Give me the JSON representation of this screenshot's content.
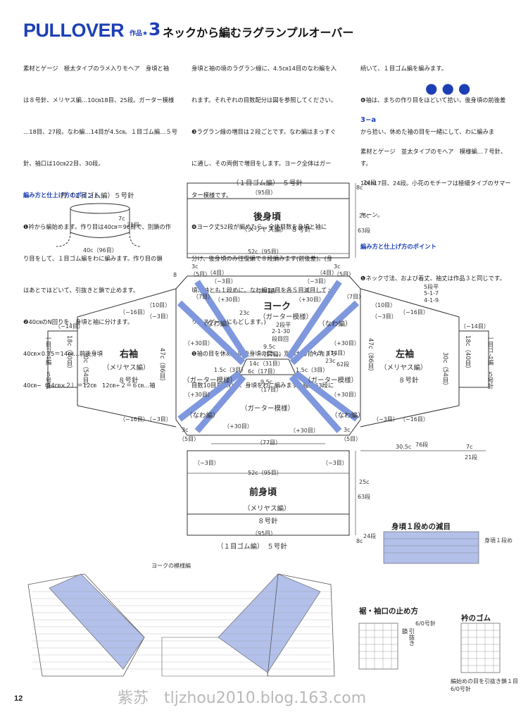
{
  "header": {
    "title": "PULLOVER",
    "work_label": "作品★",
    "work_number": "3",
    "subtitle": "ネックから編むラグランプルオーバー"
  },
  "text": {
    "col1": [
      "素材とゲージ　極太タイプのラメ入りモヘア　身頃と袖",
      "は８号針、メリヤス編…10㎝18目、25段。ガーター模様",
      "…18目、27段。なわ編…14目が4.5㎝。１目ゴム編…５号",
      "針、袖口は10㎝22目、30段。",
      "編み方と仕上げ方のポイント",
      "❶衿から編始めます。作り目は40㎝＝96目で、別鎖の作",
      "り目をして、１目ゴム編をわに編みます。作り目の鎖",
      "はあとでほどいて、引抜きと鎖で止めます。",
      "❷40㎝のN回りを、身頃と袖に分けます。",
      "40㎝×0.35＝14㎝…前後身頃",
      "40㎝−（14㎝×２）＝12㎝　12㎝÷２＝６㎝…袖"
    ],
    "col2": [
      "身頃と袖の境のラグラン線に、4.5㎝14目のなわ編を入",
      "れます。それぞれの目数配分は図を参照してください。",
      "❸ラグラン線の増目は２段ごとです。なわ編はまっすぐ",
      "に通し、その両側で増目をします。ヨーク全体はガー",
      "ター模様です。",
      "❹ヨーク丈52段が編めたら、全体目数を身頃と袖に",
      "分け、後身頃のみ往復編で８段編みます(前後差)。(身",
      "頃、袖とも１段めに、なわ編14目を各５目減目してメ",
      "リヤスゲージにもどします。)",
      "❺袖の目を休め、前後身頃の間に、別鎖から拾ったまち",
      "目数10目を入れて、身頃をわに編みます。脇丈63段に"
    ],
    "col3": [
      "続いて、１目ゴム編を編みます。",
      "❻袖は、まちの作り目をほどいて拾い、後身頃の前後差",
      "から拾い、休めた袖の目を一緒にして、わに編みま",
      "す。"
    ],
    "col3b": [
      "3−a",
      "素材とゲージ　並太タイプのモヘア　模様編…７号針、",
      "10㎝17目、24段。小花のモチーフは極細タイプのサマー",
      "ヤーン。",
      "編み方と仕上げ方のポイント",
      "❶ネック寸法、および着丈、袖丈は作品３と同じです。"
    ],
    "dots": "●●●"
  },
  "diagram": {
    "collar_title": "衿（１目ゴム編）５号針",
    "collar_width": "40c（96目）",
    "collar_h": "7c",
    "collar_rows": "21段",
    "back_rib": "（１目ゴム編）　５号針",
    "back_rib_st": "（95目）",
    "back_title": "後身頃",
    "back_pattern": "（メリヤス編）　８号針",
    "back_width": "52c（95目）",
    "yoke_title": "ヨーク",
    "garter": "（ガーター模様）",
    "front_title": "前身頃",
    "front_pattern": "（メリヤス編）",
    "front_needle": "８号針",
    "front_width": "52c（95目）",
    "front_rib": "（１目ゴム編）　５号針",
    "front_rib_st": "（95目）",
    "sleeve_r": "右袖",
    "sleeve_l": "左袖",
    "sleeve_pattern": "（メリヤス編）",
    "sleeve_needle": "８号針",
    "sleeve_w": "30c（54目）",
    "sleeve_h": "47c（86目）",
    "cuff": "18c（40目）",
    "cuff_rib": "一目ゴム編　５号針",
    "yoke_w": "（77目）",
    "nawa": "（なわ編）",
    "plus30": "（+30目）",
    "minus3": "（−3目）",
    "minus16": "（−16目）",
    "minus14": "（−14目）",
    "m10": "（10目）",
    "m4": "（4目）",
    "m7": "（7目）",
    "m5": "（5目）",
    "c3": "3c",
    "c8": "8",
    "side25": "25c",
    "side63": "63段",
    "side8": "8c",
    "side24": "24段",
    "yoke23": "23c",
    "yoke62": "62段",
    "c14": "14c（31目）",
    "c6": "6c（17目）",
    "c95": "9.5c",
    "st17": "（17目）",
    "c45": "4.5c（14目）",
    "c15": "1.5c（3目）",
    "rows2": "2段平",
    "inc": "2-1-30",
    "inc2": "段目回",
    "s5": "5段平",
    "s517": "5-1-7",
    "s419": "4-1-9",
    "len305": "30.5c",
    "len76": "76段",
    "len7": "7c",
    "len21": "21段",
    "yoke_chart": "ヨークの模様編",
    "body_chart": "身頃１段めの減目",
    "body_chart_note": "身頃１段め",
    "cuff_chart": "裾・袖口の止め方",
    "cuff_needle": "6/0号針",
    "collar_chart": "衿のゴム",
    "collar_note1": "編始めの目を引抜き鎖１目",
    "collar_note2": "6/0号針",
    "chain_label": "鎖",
    "slip_label": "引抜き"
  },
  "page_number": "12",
  "watermark": "紫苏　tljzhou2010.blog.163.com",
  "colors": {
    "accent": "#1d3fb5",
    "band": "#8fa3dd",
    "chart_fill": "#b3c0ea"
  }
}
